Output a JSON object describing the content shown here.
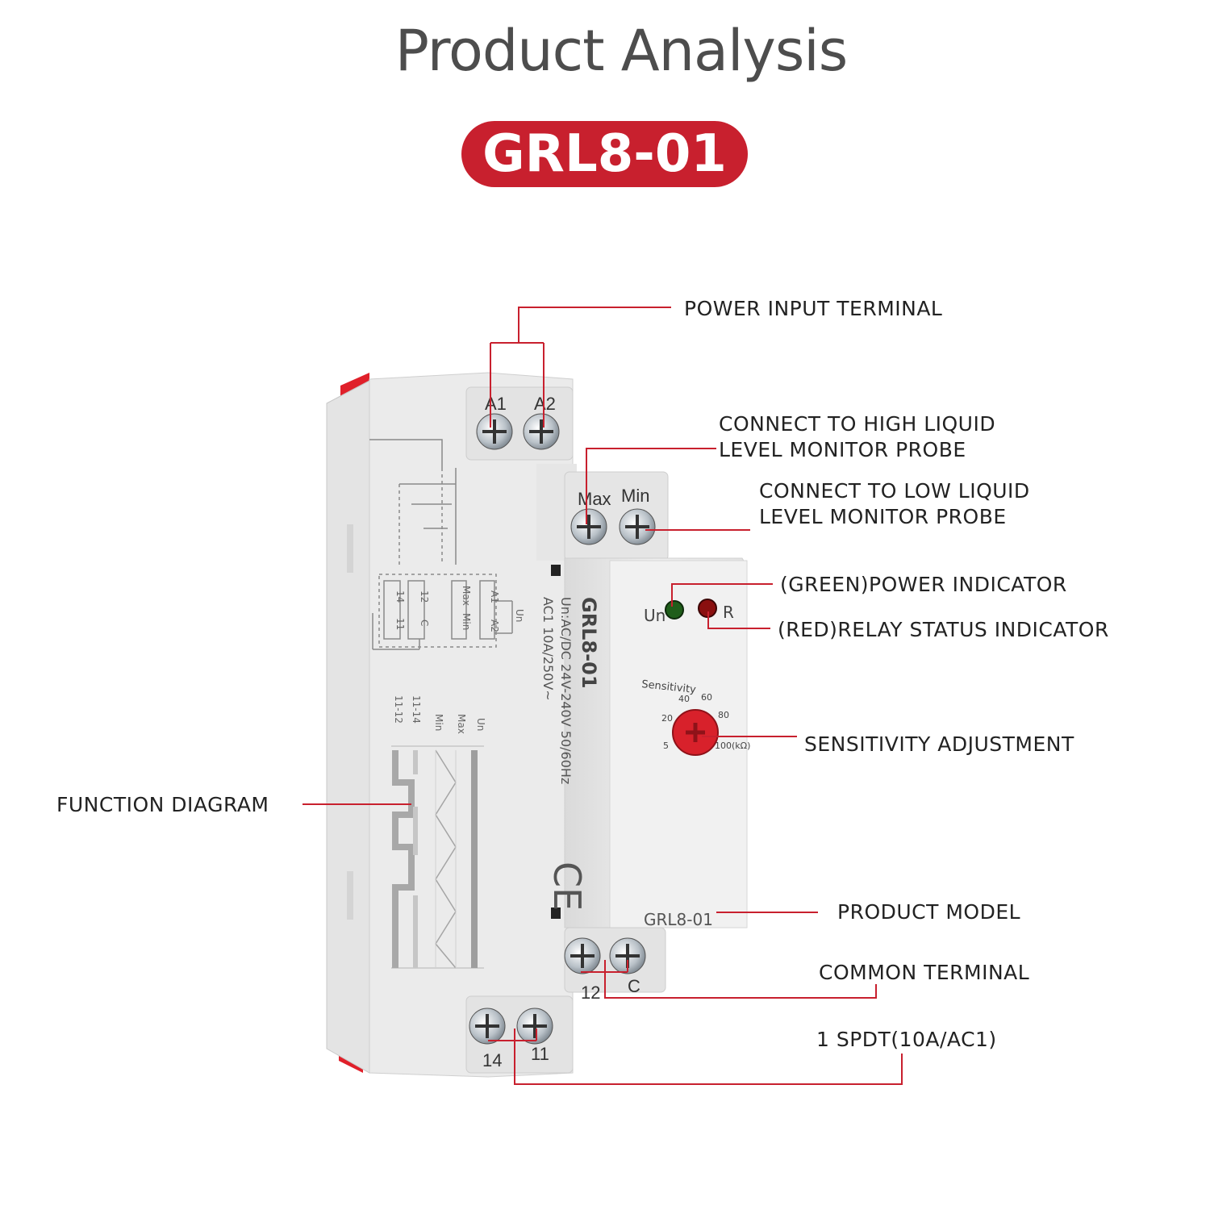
{
  "title": "Product Analysis",
  "model_badge": "GRL8-01",
  "colors": {
    "accent": "#c8202e",
    "title": "#4d4d4d",
    "housing": "#ececec",
    "green_led": "#1f5e1a",
    "red_led": "#8a0f0f"
  },
  "device": {
    "terminal_labels": {
      "a1": "A1",
      "a2": "A2",
      "max": "Max",
      "min": "Min",
      "t12": "12",
      "c": "C",
      "t14": "14",
      "t11": "11"
    },
    "front_model": "GRL8-01",
    "indicator_labels": {
      "un": "Un",
      "r": "R"
    },
    "knob": {
      "label": "Sensitivity",
      "scale": [
        "5",
        "20",
        "40",
        "60",
        "80",
        "100(kΩ)"
      ]
    },
    "side_text": [
      "GRL8-01",
      "Un:AC/DC 24V-240V 50/60Hz",
      "AC1 10A/250V~"
    ],
    "ce_mark": "CE",
    "schematic_labels": {
      "t14": "14",
      "t11": "11",
      "t12": "12",
      "c": "C",
      "max": "Max",
      "min": "Min",
      "a1": "A1",
      "a2": "A2",
      "un": "Un"
    },
    "timing_labels": [
      "11-12",
      "11-14",
      "Min",
      "Max",
      "Un"
    ]
  },
  "callouts": {
    "power_input": "POWER INPUT TERMINAL",
    "high_probe_line1": "CONNECT TO HIGH LIQUID",
    "high_probe_line2": "LEVEL MONITOR PROBE",
    "low_probe_line1": "CONNECT TO LOW LIQUID",
    "low_probe_line2": "LEVEL MONITOR PROBE",
    "power_indicator": "(GREEN)POWER INDICATOR",
    "relay_indicator": "(RED)RELAY STATUS INDICATOR",
    "sensitivity": "SENSITIVITY ADJUSTMENT",
    "function_diagram": "FUNCTION DIAGRAM",
    "product_model": "PRODUCT MODEL",
    "common_terminal": "COMMON TERMINAL",
    "spdt": "1 SPDT(10A/AC1)"
  }
}
